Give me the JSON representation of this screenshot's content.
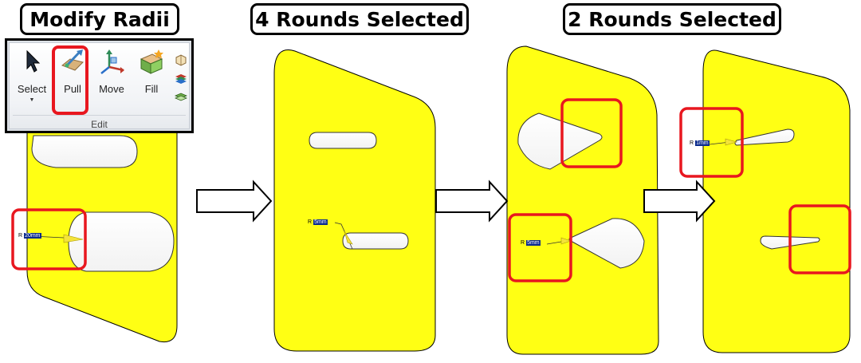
{
  "titles": {
    "modify_radii": "Modify Radii",
    "four_rounds": "4 Rounds Selected",
    "two_rounds": "2 Rounds Selected"
  },
  "ribbon": {
    "tools": [
      {
        "label": "Select",
        "icon": "arrow-cursor-icon"
      },
      {
        "label": "Pull",
        "icon": "pull-icon"
      },
      {
        "label": "Move",
        "icon": "move-axes-icon"
      },
      {
        "label": "Fill",
        "icon": "fill-icon"
      }
    ],
    "group_label": "Edit"
  },
  "dimensions": {
    "r_prefix": "R",
    "panel1": "20mm",
    "panel2": "5mm",
    "panel3": "5mm",
    "panel4": "1mm"
  },
  "colors": {
    "part_fill": "#ffff14",
    "highlight": "#e8171f",
    "dimension_bg": "#0a2a8c"
  }
}
